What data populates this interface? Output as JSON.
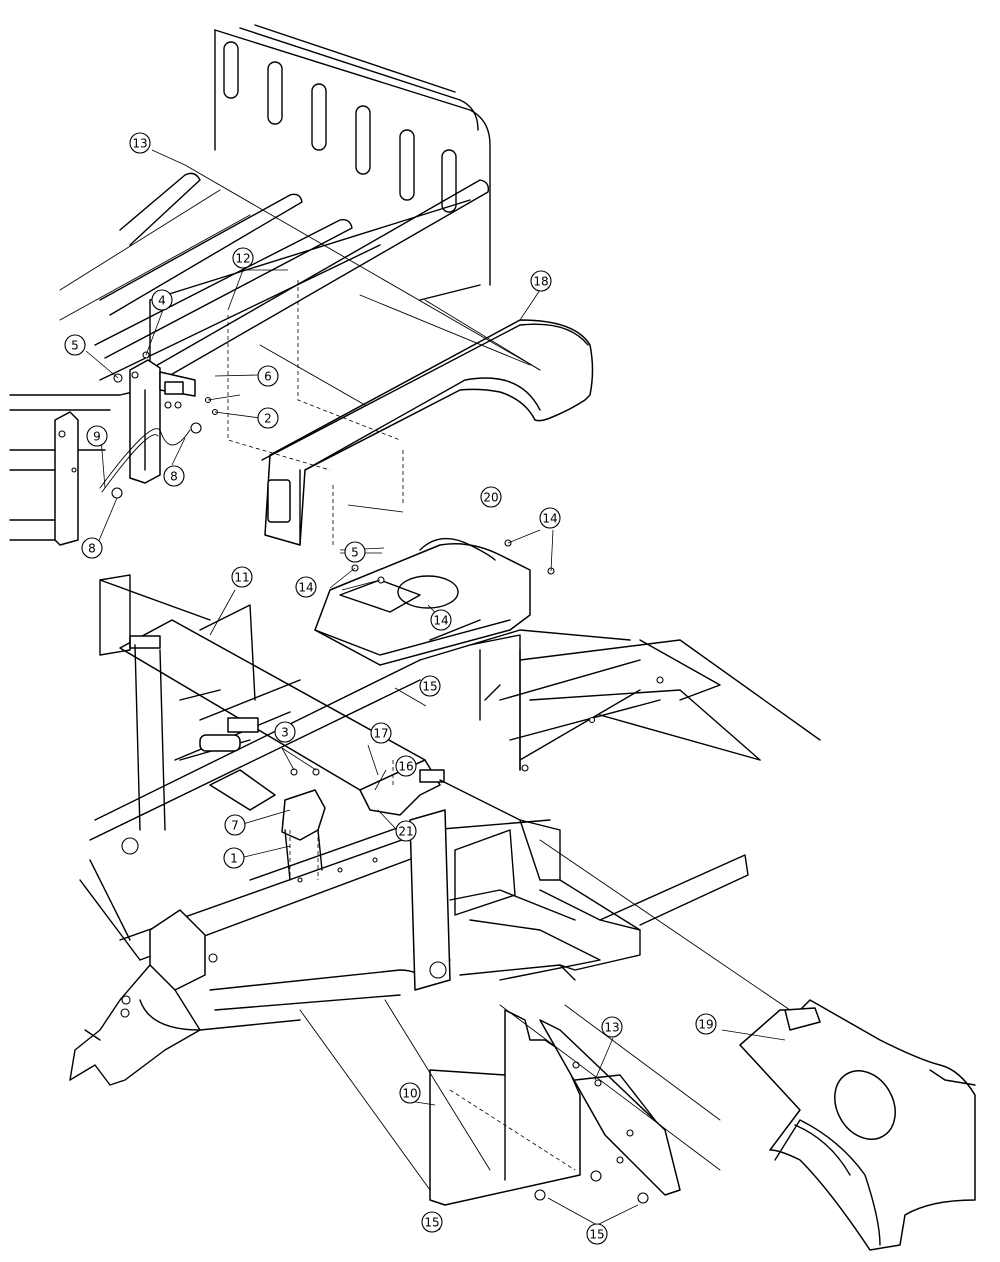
{
  "callouts": [
    {
      "label": "1"
    },
    {
      "label": "2"
    },
    {
      "label": "3"
    },
    {
      "label": "4"
    },
    {
      "label": "5"
    },
    {
      "label": "5"
    },
    {
      "label": "6"
    },
    {
      "label": "7"
    },
    {
      "label": "8"
    },
    {
      "label": "8"
    },
    {
      "label": "9"
    },
    {
      "label": "10"
    },
    {
      "label": "11"
    },
    {
      "label": "12"
    },
    {
      "label": "13"
    },
    {
      "label": "13"
    },
    {
      "label": "14"
    },
    {
      "label": "14"
    },
    {
      "label": "14"
    },
    {
      "label": "15"
    },
    {
      "label": "15"
    },
    {
      "label": "15"
    },
    {
      "label": "16"
    },
    {
      "label": "17"
    },
    {
      "label": "18"
    },
    {
      "label": "19"
    },
    {
      "label": "20"
    },
    {
      "label": "21"
    }
  ]
}
